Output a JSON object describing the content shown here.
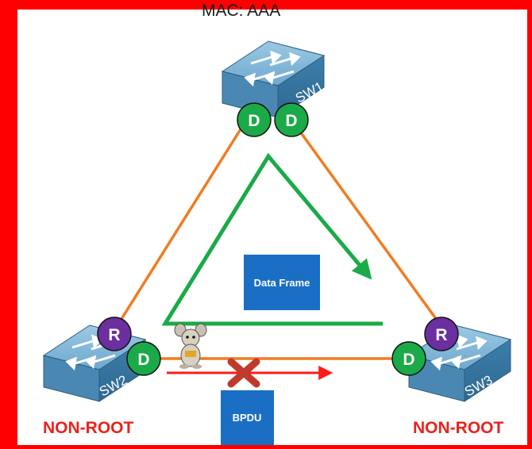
{
  "top_label": "MAC: AAA",
  "switches": {
    "sw1": "SW1",
    "sw2": "SW2",
    "sw3": "SW3"
  },
  "ports": {
    "designated": "D",
    "root": "R"
  },
  "roles": {
    "left": "NON-ROOT",
    "right": "NON-ROOT"
  },
  "boxes": {
    "data_frame": "Data Frame",
    "bpdu": "BPDU"
  },
  "colors": {
    "frame": "#ff0000",
    "link": "#f07c22",
    "loop_arrow": "#1aaa48",
    "bpdu_arrow": "#ff1a1a",
    "designated_port": "#1aaa48",
    "root_port": "#6b2fa0",
    "box": "#1a6fc4",
    "switch": "#4f8fb8",
    "role_text": "#e8231e"
  },
  "icons": [
    "switch-icon",
    "mouse-icon",
    "block-x-icon",
    "loop-arrow-icon",
    "bpdu-arrow-icon"
  ]
}
